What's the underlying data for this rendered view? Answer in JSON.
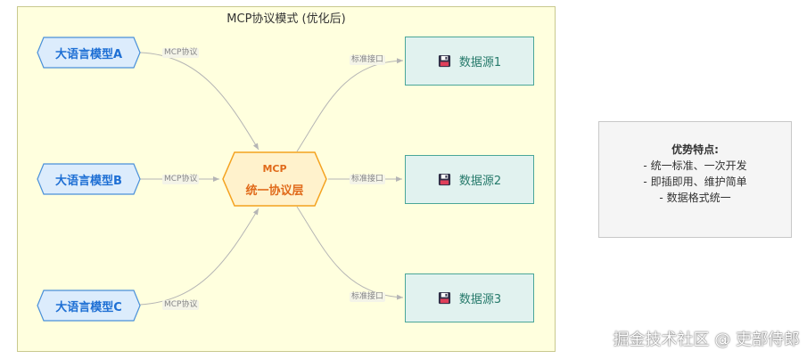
{
  "cluster": {
    "title": "MCP协议模式 (优化后)"
  },
  "llms": [
    {
      "label": "大语言模型A",
      "edge_label": "MCP协议"
    },
    {
      "label": "大语言模型B",
      "edge_label": "MCP协议"
    },
    {
      "label": "大语言模型C",
      "edge_label": "MCP协议"
    }
  ],
  "mcp": {
    "title": "MCP",
    "subtitle": "统一协议层"
  },
  "datasources": [
    {
      "label": "数据源1",
      "edge_label": "标准接口",
      "icon": "floppy-disk-icon"
    },
    {
      "label": "数据源2",
      "edge_label": "标准接口",
      "icon": "floppy-disk-icon"
    },
    {
      "label": "数据源3",
      "edge_label": "标准接口",
      "icon": "floppy-disk-icon"
    }
  ],
  "features": {
    "title": "优势特点:",
    "items": [
      "- 统一标准、一次开发",
      "- 即插即用、维护简单",
      "- 数据格式统一"
    ]
  },
  "watermark": "掘金技术社区 @ 吏部侍郎",
  "colors": {
    "cluster_fill": "#ffffde",
    "llm_fill": "#dcecfc",
    "llm_stroke": "#4a90d9",
    "llm_text": "#1e6fd4",
    "mcp_fill": "#fff2cc",
    "mcp_stroke": "#f4a21f",
    "mcp_text": "#e06a1a",
    "ds_fill": "#e1f2ef",
    "ds_stroke": "#4aa698",
    "ds_text": "#267a6b",
    "edge": "#b5b5b5"
  }
}
